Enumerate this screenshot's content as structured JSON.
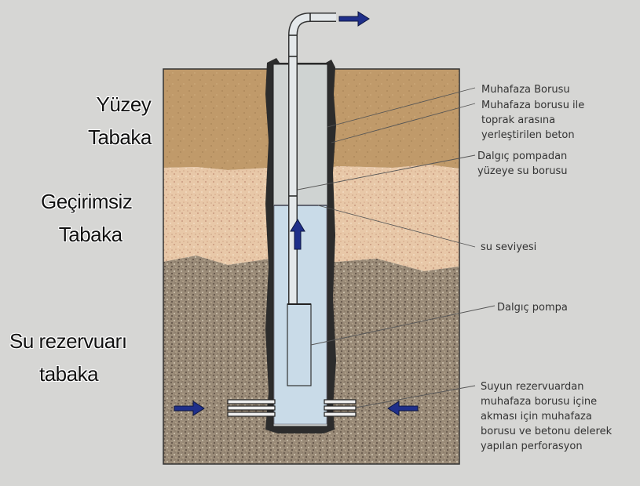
{
  "layers": {
    "surface": [
      "Yüzey",
      "Tabaka"
    ],
    "impermeable": [
      "Geçirimsiz",
      "Tabaka"
    ],
    "aquifer": [
      "Su rezervuarı",
      "tabaka"
    ]
  },
  "callouts": {
    "casing": "Muhafaza Borusu",
    "concrete": [
      "Muhafaza borusu ile",
      "toprak arasına",
      "yerleştirilen beton"
    ],
    "riser_pipe": [
      "Dalgıç pompadan",
      "yüzeye su borusu"
    ],
    "water_level": "su seviyesi",
    "pump": "Dalgıç pompa",
    "perforation": [
      "Suyun rezervuardan",
      "muhafaza borusu içine",
      "akması için muhafaza",
      "borusu ve betonu delerek",
      "yapılan perforasyon"
    ]
  },
  "colors": {
    "background": "#d6d6d4",
    "surface_soil": "#c09a6a",
    "impermeable_soil": "#e8c8a8",
    "aquifer_soil": "#9a8b78",
    "concrete": "#2c2c2c",
    "casing_air": "#cfd3d2",
    "water": "#c9dbe8",
    "arrow": "#1f2f8a"
  },
  "icons": {
    "outlet_flow": "arrow-right-icon",
    "pump_flow": "arrow-up-icon",
    "inflow_left": "arrow-right-icon",
    "inflow_right": "arrow-left-icon"
  }
}
